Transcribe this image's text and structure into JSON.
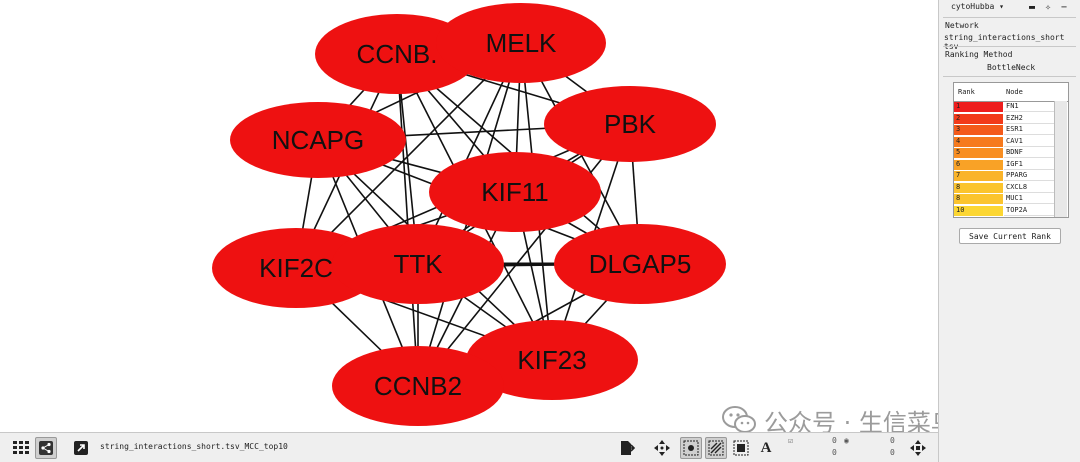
{
  "network_view": {
    "nodes": [
      {
        "id": "CCNB1",
        "label": "CCNB."
      },
      {
        "id": "MELK",
        "label": "MELK"
      },
      {
        "id": "PBK",
        "label": "PBK"
      },
      {
        "id": "NCAPG",
        "label": "NCAPG"
      },
      {
        "id": "KIF11",
        "label": "KIF11"
      },
      {
        "id": "KIF20",
        "label": "KIF2C"
      },
      {
        "id": "TTK",
        "label": "TTK"
      },
      {
        "id": "DLGAP5",
        "label": "DLGAP5"
      },
      {
        "id": "KIF23",
        "label": "KIF23"
      },
      {
        "id": "CCNB2",
        "label": "CCNB2"
      }
    ],
    "node_color": "#ee1111",
    "edge_color": "#111111"
  },
  "watermark": {
    "text": "公众号 · 生信菜鸟团"
  },
  "panel": {
    "app_select": "cytoHubba ▾",
    "network_label": "Network",
    "network_value": "string_interactions_short tsv",
    "method_label": "Ranking Method",
    "method_value": "BottleNeck",
    "table": {
      "headers": [
        "Rank",
        "Node"
      ],
      "rows": [
        {
          "rank": "1",
          "node": "FN1",
          "color": "#ee1e1e"
        },
        {
          "rank": "2",
          "node": "EZH2",
          "color": "#f23a1a"
        },
        {
          "rank": "3",
          "node": "ESR1",
          "color": "#f45a1a"
        },
        {
          "rank": "4",
          "node": "CAV1",
          "color": "#f67a1e"
        },
        {
          "rank": "5",
          "node": "BDNF",
          "color": "#f88e22"
        },
        {
          "rank": "6",
          "node": "IGF1",
          "color": "#f9a226"
        },
        {
          "rank": "7",
          "node": "PPARG",
          "color": "#fab42a"
        },
        {
          "rank": "8",
          "node": "CXCL8",
          "color": "#fbc42e"
        },
        {
          "rank": "8",
          "node": "MUC1",
          "color": "#fbc42e"
        },
        {
          "rank": "10",
          "node": "TOP2A",
          "color": "#fcd632"
        }
      ]
    },
    "save_button": "Save Current Rank"
  },
  "bottom": {
    "network_name": "string_interactions_short.tsv_MCC_top10",
    "selected_nodes": "0",
    "total_nodes": "0",
    "visible_nodes": "0",
    "visible_total": "0"
  }
}
